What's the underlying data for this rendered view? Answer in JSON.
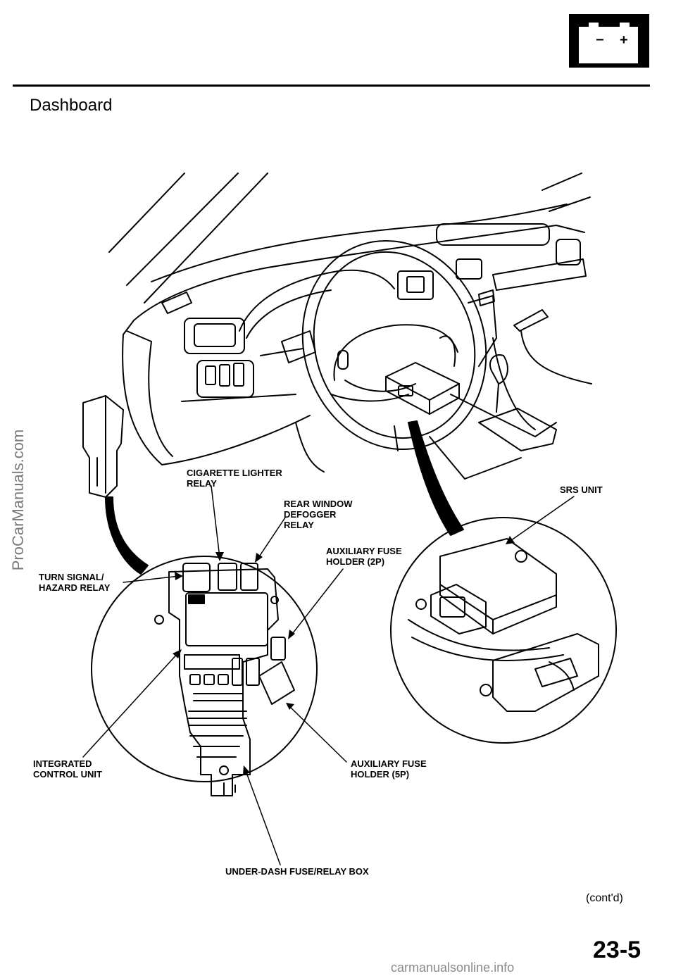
{
  "header": {
    "battery_minus": "−",
    "battery_plus": "+",
    "heading": "Dashboard"
  },
  "watermark": "ProCarManuals.com",
  "labels": {
    "cigarette_lighter_relay": [
      "CIGARETTE LIGHTER",
      "RELAY"
    ],
    "rear_window_defogger_relay": [
      "REAR WINDOW",
      "DEFOGGER",
      "RELAY"
    ],
    "srs_unit": "SRS UNIT",
    "aux_fuse_holder_2p": [
      "AUXILIARY FUSE",
      "HOLDER (2P)"
    ],
    "turn_signal_hazard_relay": [
      "TURN SIGNAL/",
      "HAZARD RELAY"
    ],
    "integrated_control_unit": [
      "INTEGRATED",
      "CONTROL UNIT"
    ],
    "aux_fuse_holder_5p": [
      "AUXILIARY FUSE",
      "HOLDER (5P)"
    ],
    "under_dash_fuse_relay_box": "UNDER-DASH FUSE/RELAY BOX"
  },
  "footer": {
    "contd": "(cont'd)",
    "page_number": "23-5",
    "watermark": "carmanualsonline.info"
  }
}
